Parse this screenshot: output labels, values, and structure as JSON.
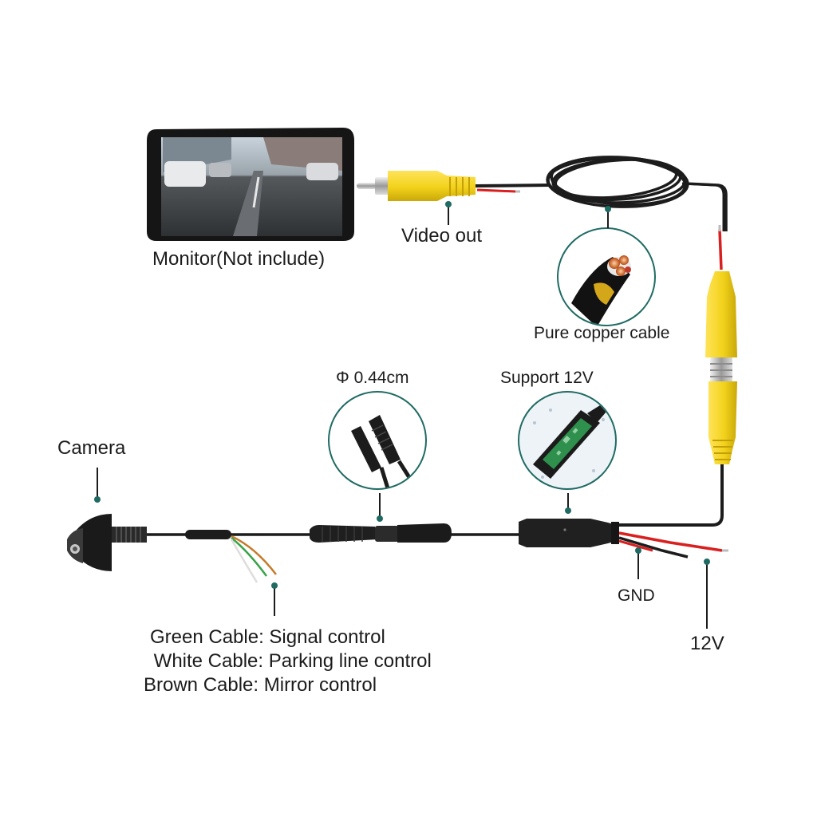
{
  "labels": {
    "monitor": "Monitor(Not include)",
    "video_out": "Video out",
    "pure_copper": "Pure copper cable",
    "diameter": "Φ 0.44cm",
    "support": "Support 12V",
    "camera": "Camera",
    "gnd": "GND",
    "v12": "12V"
  },
  "cable_notes": [
    "Green Cable: Signal control",
    " White Cable: Parking line control",
    "Brown Cable: Mirror control"
  ],
  "colors": {
    "rca_yellow": "#f2d21b",
    "cable_black": "#1c1c1c",
    "wire_red": "#d91f1f",
    "marker_teal": "#1f6b63",
    "green_wire": "#3aa34a",
    "brown_wire": "#c67a2a"
  }
}
